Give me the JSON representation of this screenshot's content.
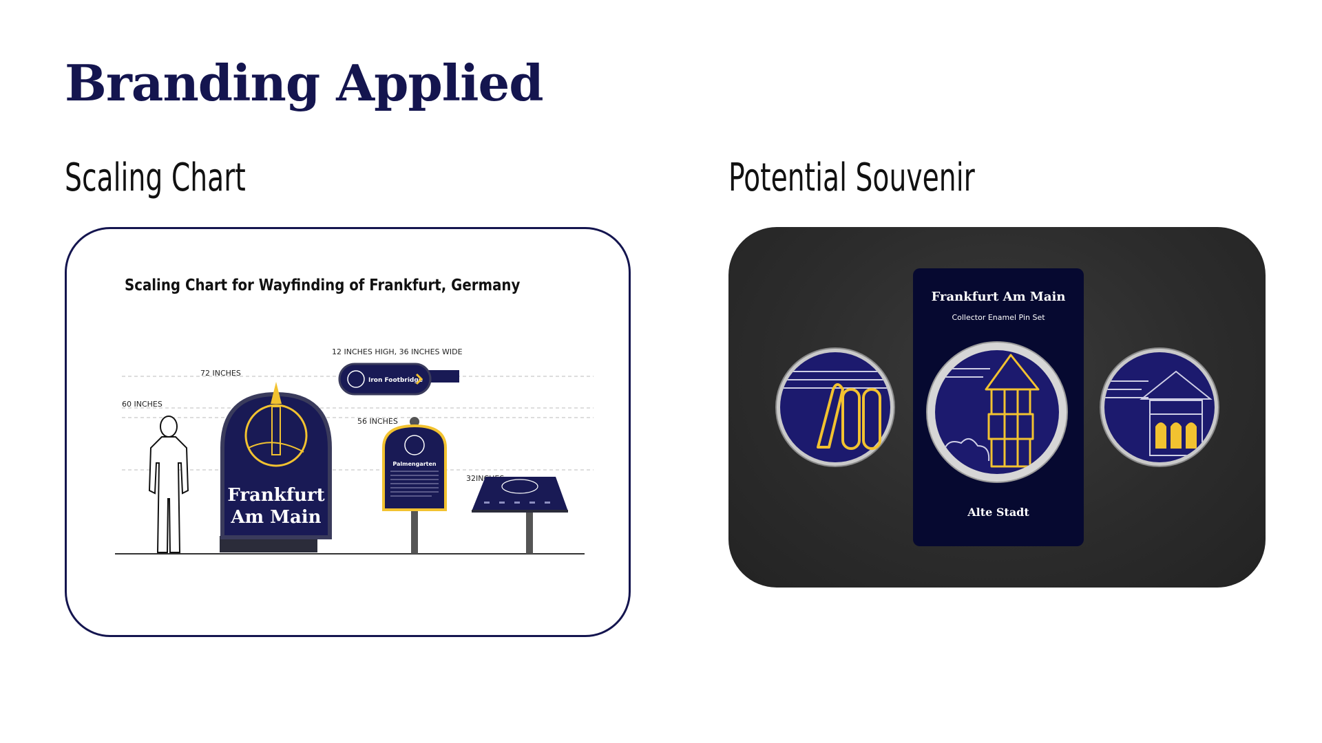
{
  "page": {
    "title": "Branding Applied",
    "left_heading": "Scaling Chart",
    "right_heading": "Potential Souvenir"
  },
  "scaling_chart": {
    "chart_title": "Scaling Chart for Wayfinding of Frankfurt, Germany",
    "labels": {
      "person_height": "60 INCHES",
      "main_sign_height": "72 INCHES",
      "directional_sign": "12 INCHES HIGH, 36 INCHES WIDE",
      "info_sign_height": "56 INCHES",
      "table_sign_height": "32INCHES"
    },
    "main_sign_line1": "Frankfurt",
    "main_sign_line2": "Am Main",
    "directional_text": "Iron Footbridge",
    "info_sign_title": "Palmengarten"
  },
  "souvenir": {
    "card_title": "Frankfurt Am Main",
    "card_subtitle": "Collector Enamel Pin Set",
    "card_footer": "Alte Stadt"
  },
  "colors": {
    "navy": "#14154f",
    "gold": "#f2c230",
    "dark_bg": "#2c2c2c"
  }
}
